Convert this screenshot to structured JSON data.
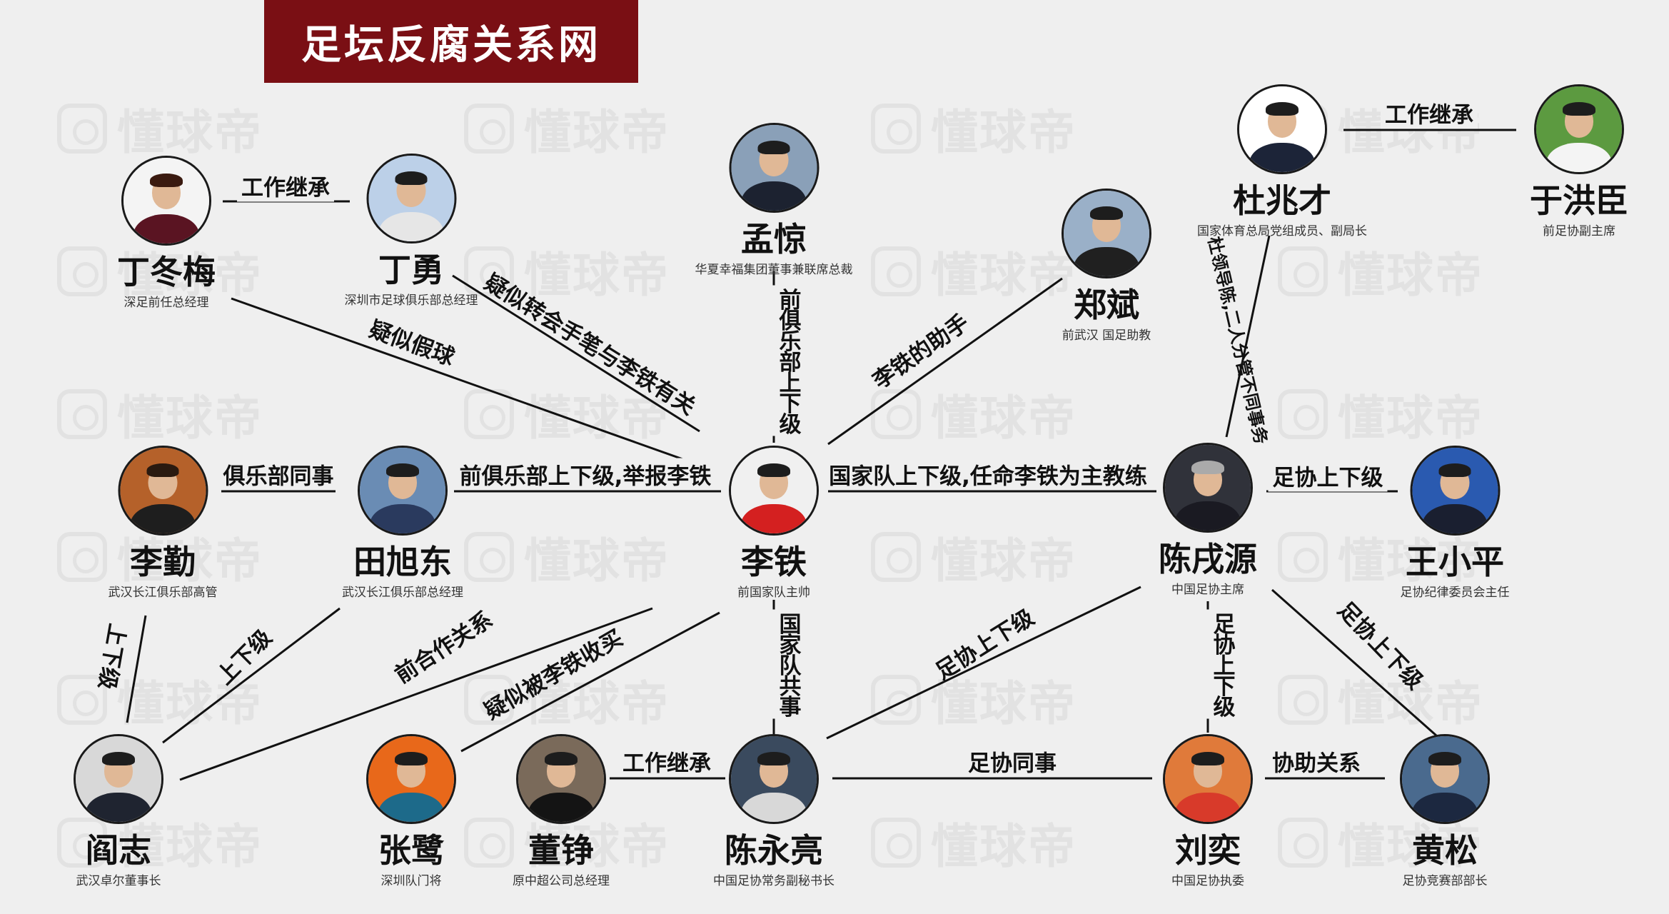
{
  "title": "足坛反腐关系网",
  "watermark_text": "懂球帝",
  "people": {
    "ding_dongmei": {
      "name": "丁冬梅",
      "role": "深足前任总经理",
      "bg": "#f4f4f4",
      "shirt": "#5a1422",
      "hair": "#3a1a10"
    },
    "ding_yong": {
      "name": "丁勇",
      "role": "深圳市足球俱乐部总经理",
      "bg": "#bcd0e8",
      "shirt": "#e6e6e6",
      "hair": "#1d1d1d"
    },
    "meng_jing": {
      "name": "孟惊",
      "role": "华夏幸福集团董事兼联席总裁",
      "bg": "#8aa0b8",
      "shirt": "#1c2230",
      "hair": "#1d1d1d"
    },
    "zheng_bin": {
      "name": "郑斌",
      "role": "前武汉 国足助教",
      "bg": "#9ab0c8",
      "shirt": "#202020",
      "hair": "#1d1d1d"
    },
    "du_zhaocai": {
      "name": "杜兆才",
      "role": "国家体育总局党组成员、副局长",
      "bg": "#ffffff",
      "shirt": "#1c2438",
      "hair": "#1d1d1d"
    },
    "yu_hongchen": {
      "name": "于洪臣",
      "role": "前足协副主席",
      "bg": "#5c9a40",
      "shirt": "#f4f4f4",
      "hair": "#1d1d1d"
    },
    "li_qin": {
      "name": "李勤",
      "role": "武汉长江俱乐部高管",
      "bg": "#b5612a",
      "shirt": "#1e1e1e",
      "hair": "#2a1a10"
    },
    "tian_xudong": {
      "name": "田旭东",
      "role": "武汉长江俱乐部总经理",
      "bg": "#6a8cb4",
      "shirt": "#2a3a5e",
      "hair": "#1d1d1d"
    },
    "li_tie": {
      "name": "李铁",
      "role": "前国家队主帅",
      "bg": "#f0f0f0",
      "shirt": "#d42020",
      "hair": "#1d1d1d"
    },
    "chen_xuyuan": {
      "name": "陈戌源",
      "role": "中国足协主席",
      "bg": "#30323a",
      "shirt": "#1a1a22",
      "hair": "#aaaaaa"
    },
    "wang_xiaoping": {
      "name": "王小平",
      "role": "足协纪律委员会主任",
      "bg": "#2a5ab0",
      "shirt": "#1a1f30",
      "hair": "#1d1d1d"
    },
    "yan_zhi": {
      "name": "阎志",
      "role": "武汉卓尔董事长",
      "bg": "#d8d8d8",
      "shirt": "#1f2430",
      "hair": "#1d1d1d"
    },
    "zhang_lu": {
      "name": "张鹭",
      "role": "深圳队门将",
      "bg": "#e8681a",
      "shirt": "#1d6a8a",
      "hair": "#1d1d1d"
    },
    "dong_zheng": {
      "name": "董铮",
      "role": "原中超公司总经理",
      "bg": "#7a6a5a",
      "shirt": "#141414",
      "hair": "#1d1d1d"
    },
    "chen_yongliang": {
      "name": "陈永亮",
      "role": "中国足协常务副秘书长",
      "bg": "#3a4a5e",
      "shirt": "#d8d8d8",
      "hair": "#1d1d1d"
    },
    "liu_yi": {
      "name": "刘奕",
      "role": "中国足协执委",
      "bg": "#e07a3a",
      "shirt": "#d83a2a",
      "hair": "#1d1d1d"
    },
    "huang_song": {
      "name": "黄松",
      "role": "足协竞赛部部长",
      "bg": "#4a6a8e",
      "shirt": "#1c2840",
      "hair": "#1d1d1d"
    }
  },
  "edges": {
    "dingdongmei_dingyong": "工作继承",
    "dingdongmei_litie": "疑似假球",
    "dingyong_litie": "疑似转会手笔与李铁有关",
    "mengjing_litie": "前俱乐部上下级",
    "zhengbin_litie": "李铁的助手",
    "duzhaocai_yuhongchen": "工作继承",
    "duzhaocai_chenxuyuan": "杜领导陈,二人分管不同事务",
    "liqin_tianxudong": "俱乐部同事",
    "tianxudong_litie": "前俱乐部上下级,举报李铁",
    "litie_chenxuyuan": "国家队上下级,任命李铁为主教练",
    "chenxuyuan_wangxiaoping": "足协上下级",
    "liqin_yanzhi": "上下级",
    "tianxudong_yanzhi": "上下级",
    "litie_yanzhi": "前合作关系",
    "litie_zhanglu": "疑似被李铁收买",
    "litie_chenyongliang": "国家队共事",
    "dongzheng_chenyongliang": "工作继承",
    "chenxuyuan_chenyongliang": "足协上下级",
    "chenxuyuan_liuyi": "足协上下级",
    "chenxuyuan_huangsong": "足协上下级",
    "chenyongliang_liuyi": "足协同事",
    "liuyi_huangsong": "协助关系"
  }
}
